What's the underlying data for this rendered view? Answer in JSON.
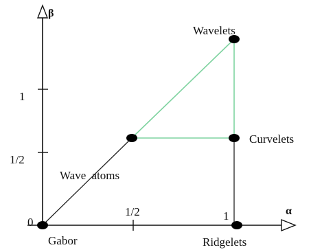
{
  "axes": {
    "x_label": "α",
    "y_label": "β",
    "x_ticks": [
      "1/2",
      "1"
    ],
    "y_ticks": [
      "1/2",
      "1"
    ],
    "origin_label": "0"
  },
  "points": {
    "gabor": "Gabor",
    "ridgelets": "Ridgelets",
    "wave_atoms": "Wave atoms",
    "curvelets": "Curvelets",
    "wavelets": "Wavelets"
  },
  "colors": {
    "axis": "#111111",
    "green_edge": "#7fd3a0",
    "black_edge": "#222222"
  }
}
